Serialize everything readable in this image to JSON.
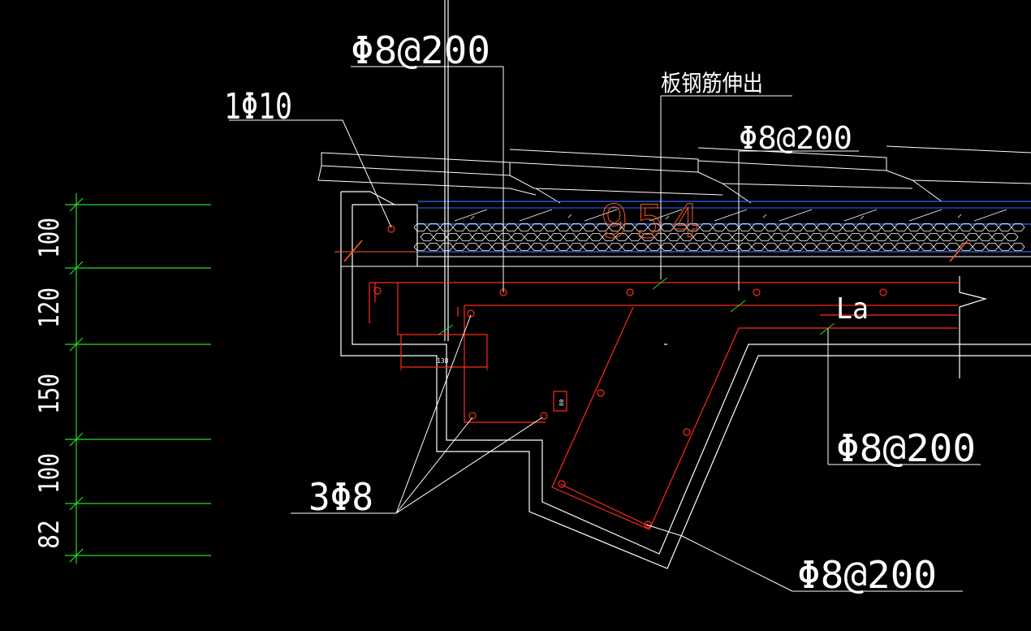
{
  "colors": {
    "background": "#000000",
    "outline": "#ffffff",
    "rebar": "#ff2a1a",
    "dimension": "#22dd22",
    "insulation_band": "#2a6cff",
    "annotation_red": "#ff5a1a"
  },
  "dimensions": {
    "segments": [
      "100",
      "120",
      "150",
      "100",
      "82"
    ]
  },
  "labels": {
    "stirrup_top": "Φ8@200",
    "corner_bar": "1Φ10",
    "slab_bar_extend": "板钢筋伸出",
    "slab_bar": "Φ8@200",
    "anchor_len": "La",
    "beam_bars": "3Φ8",
    "right_bar": "Φ8@200",
    "bottom_bar": "Φ8@200",
    "slab_mark": "954",
    "small_dim": "138",
    "small_dim_vert": "80"
  }
}
